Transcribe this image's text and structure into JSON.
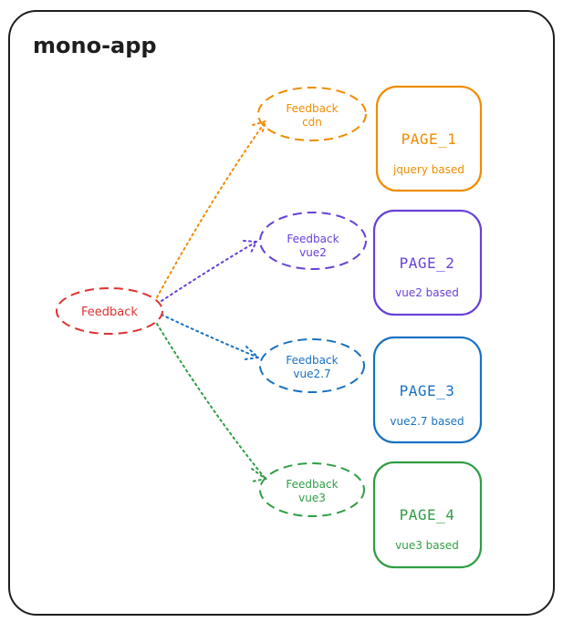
{
  "container": {
    "title": "mono-app"
  },
  "source": {
    "label": "Feedback",
    "color": "#e03131"
  },
  "modules": [
    {
      "line1": "Feedback",
      "line2": "cdn",
      "color": "#f08c00",
      "page_title": "PAGE_1",
      "page_subtitle": "jquery based"
    },
    {
      "line1": "Feedback",
      "line2": "vue2",
      "color": "#6741d9",
      "page_title": "PAGE_2",
      "page_subtitle": "vue2 based"
    },
    {
      "line1": "Feedback",
      "line2": "vue2.7",
      "color": "#1971c2",
      "page_title": "PAGE_3",
      "page_subtitle": "vue2.7 based"
    },
    {
      "line1": "Feedback",
      "line2": "vue3",
      "color": "#2f9e44",
      "page_title": "PAGE_4",
      "page_subtitle": "vue3 based"
    }
  ]
}
